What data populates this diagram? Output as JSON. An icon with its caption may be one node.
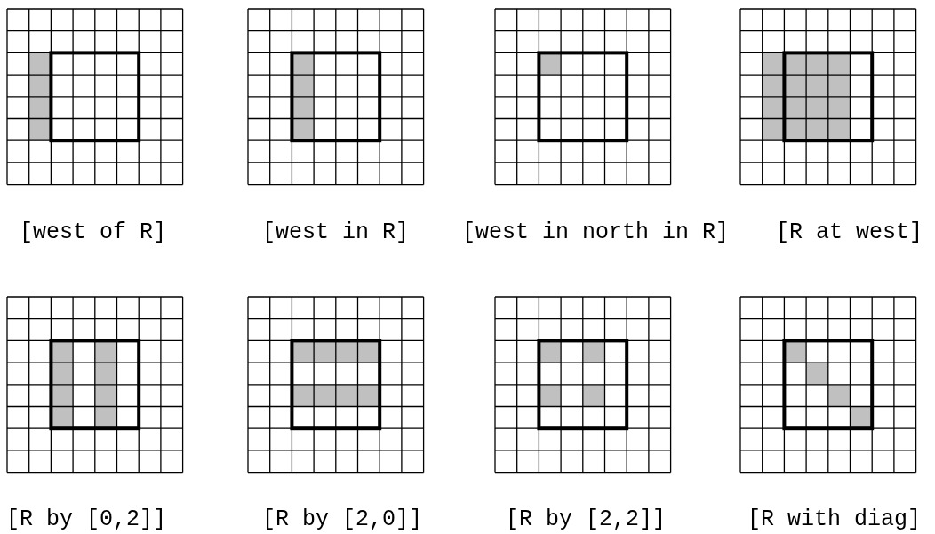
{
  "diagram": {
    "labels": [
      "[west of R]",
      "[west in R]",
      "[west in north in R]",
      "[R at west]",
      "[R by [0,2]]",
      "[R by [2,0]]",
      "[R by [2,2]]",
      "[R with diag]"
    ]
  }
}
